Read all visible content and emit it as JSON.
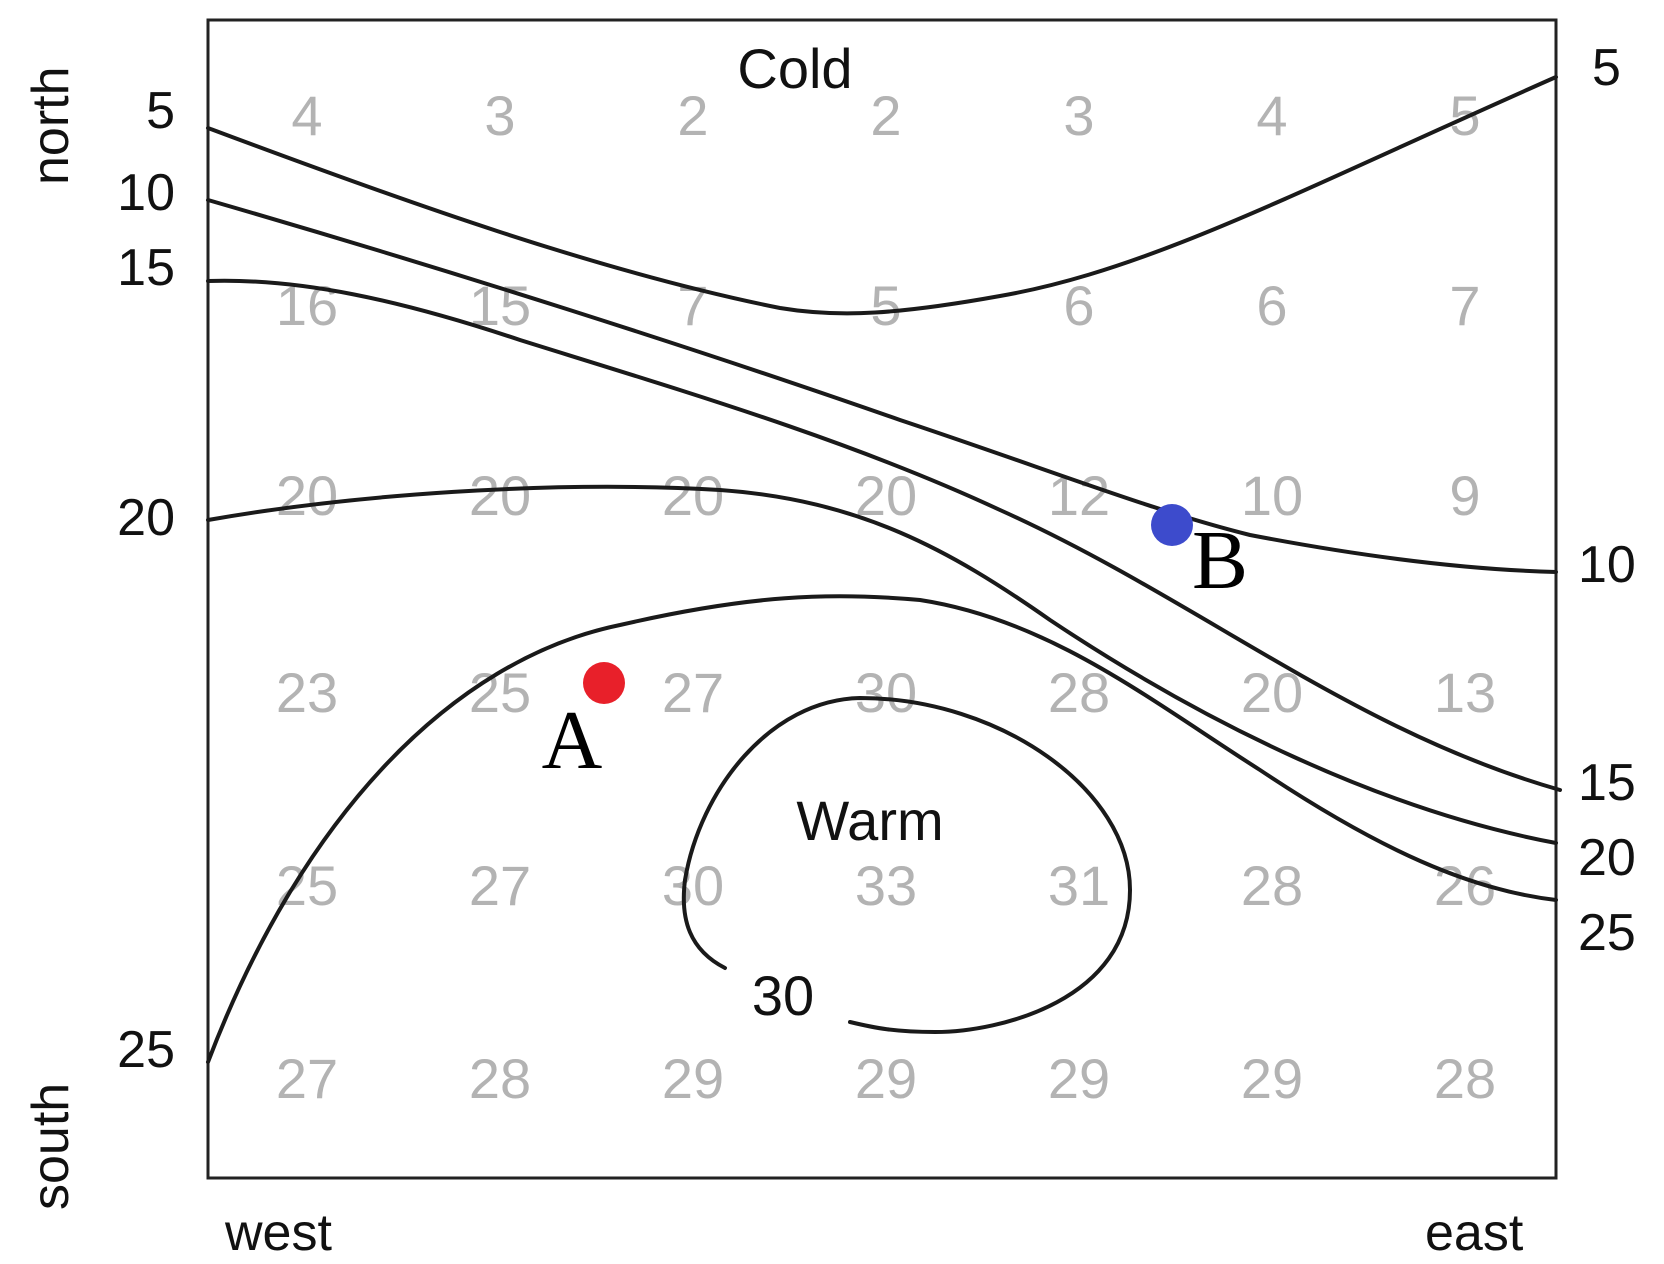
{
  "labels": {
    "cold": "Cold",
    "warm": "Warm",
    "north": "north",
    "south": "south",
    "west": "west",
    "east": "east",
    "contour_30": "30"
  },
  "left_scale": [
    "5",
    "10",
    "15",
    "20",
    "25"
  ],
  "right_scale": [
    "5",
    "10",
    "15",
    "20",
    "25"
  ],
  "grid_values": [
    [
      "4",
      "3",
      "2",
      "2",
      "3",
      "4",
      "5"
    ],
    [
      "16",
      "15",
      "7",
      "5",
      "6",
      "6",
      "7"
    ],
    [
      "20",
      "20",
      "20",
      "20",
      "12",
      "10",
      "9"
    ],
    [
      "23",
      "25",
      "27",
      "30",
      "28",
      "20",
      "13"
    ],
    [
      "25",
      "27",
      "30",
      "33",
      "31",
      "28",
      "26"
    ],
    [
      "27",
      "28",
      "29",
      "29",
      "29",
      "29",
      "28"
    ]
  ],
  "points": [
    {
      "label": "A",
      "color": "#e8202a"
    },
    {
      "label": "B",
      "color": "#3d4bcc"
    }
  ],
  "colors": {
    "frame": "#222222",
    "contour": "#1a1a1a",
    "grid_text": "#b3b3b3",
    "label_text": "#111111"
  }
}
